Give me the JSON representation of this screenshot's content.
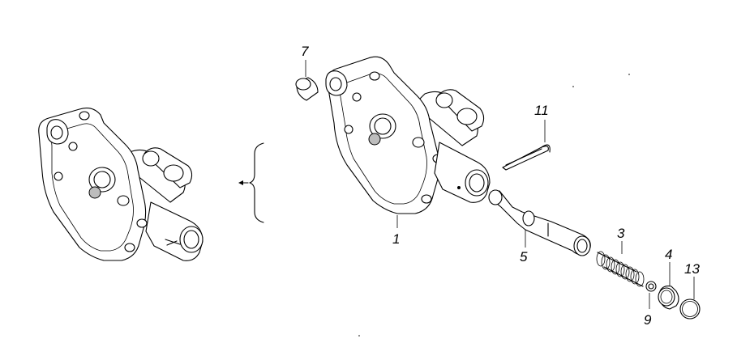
{
  "callouts": {
    "c1": "1",
    "c3": "3",
    "c4": "4",
    "c5": "5",
    "c7": "7",
    "c9": "9",
    "c11": "11",
    "c13": "13"
  }
}
